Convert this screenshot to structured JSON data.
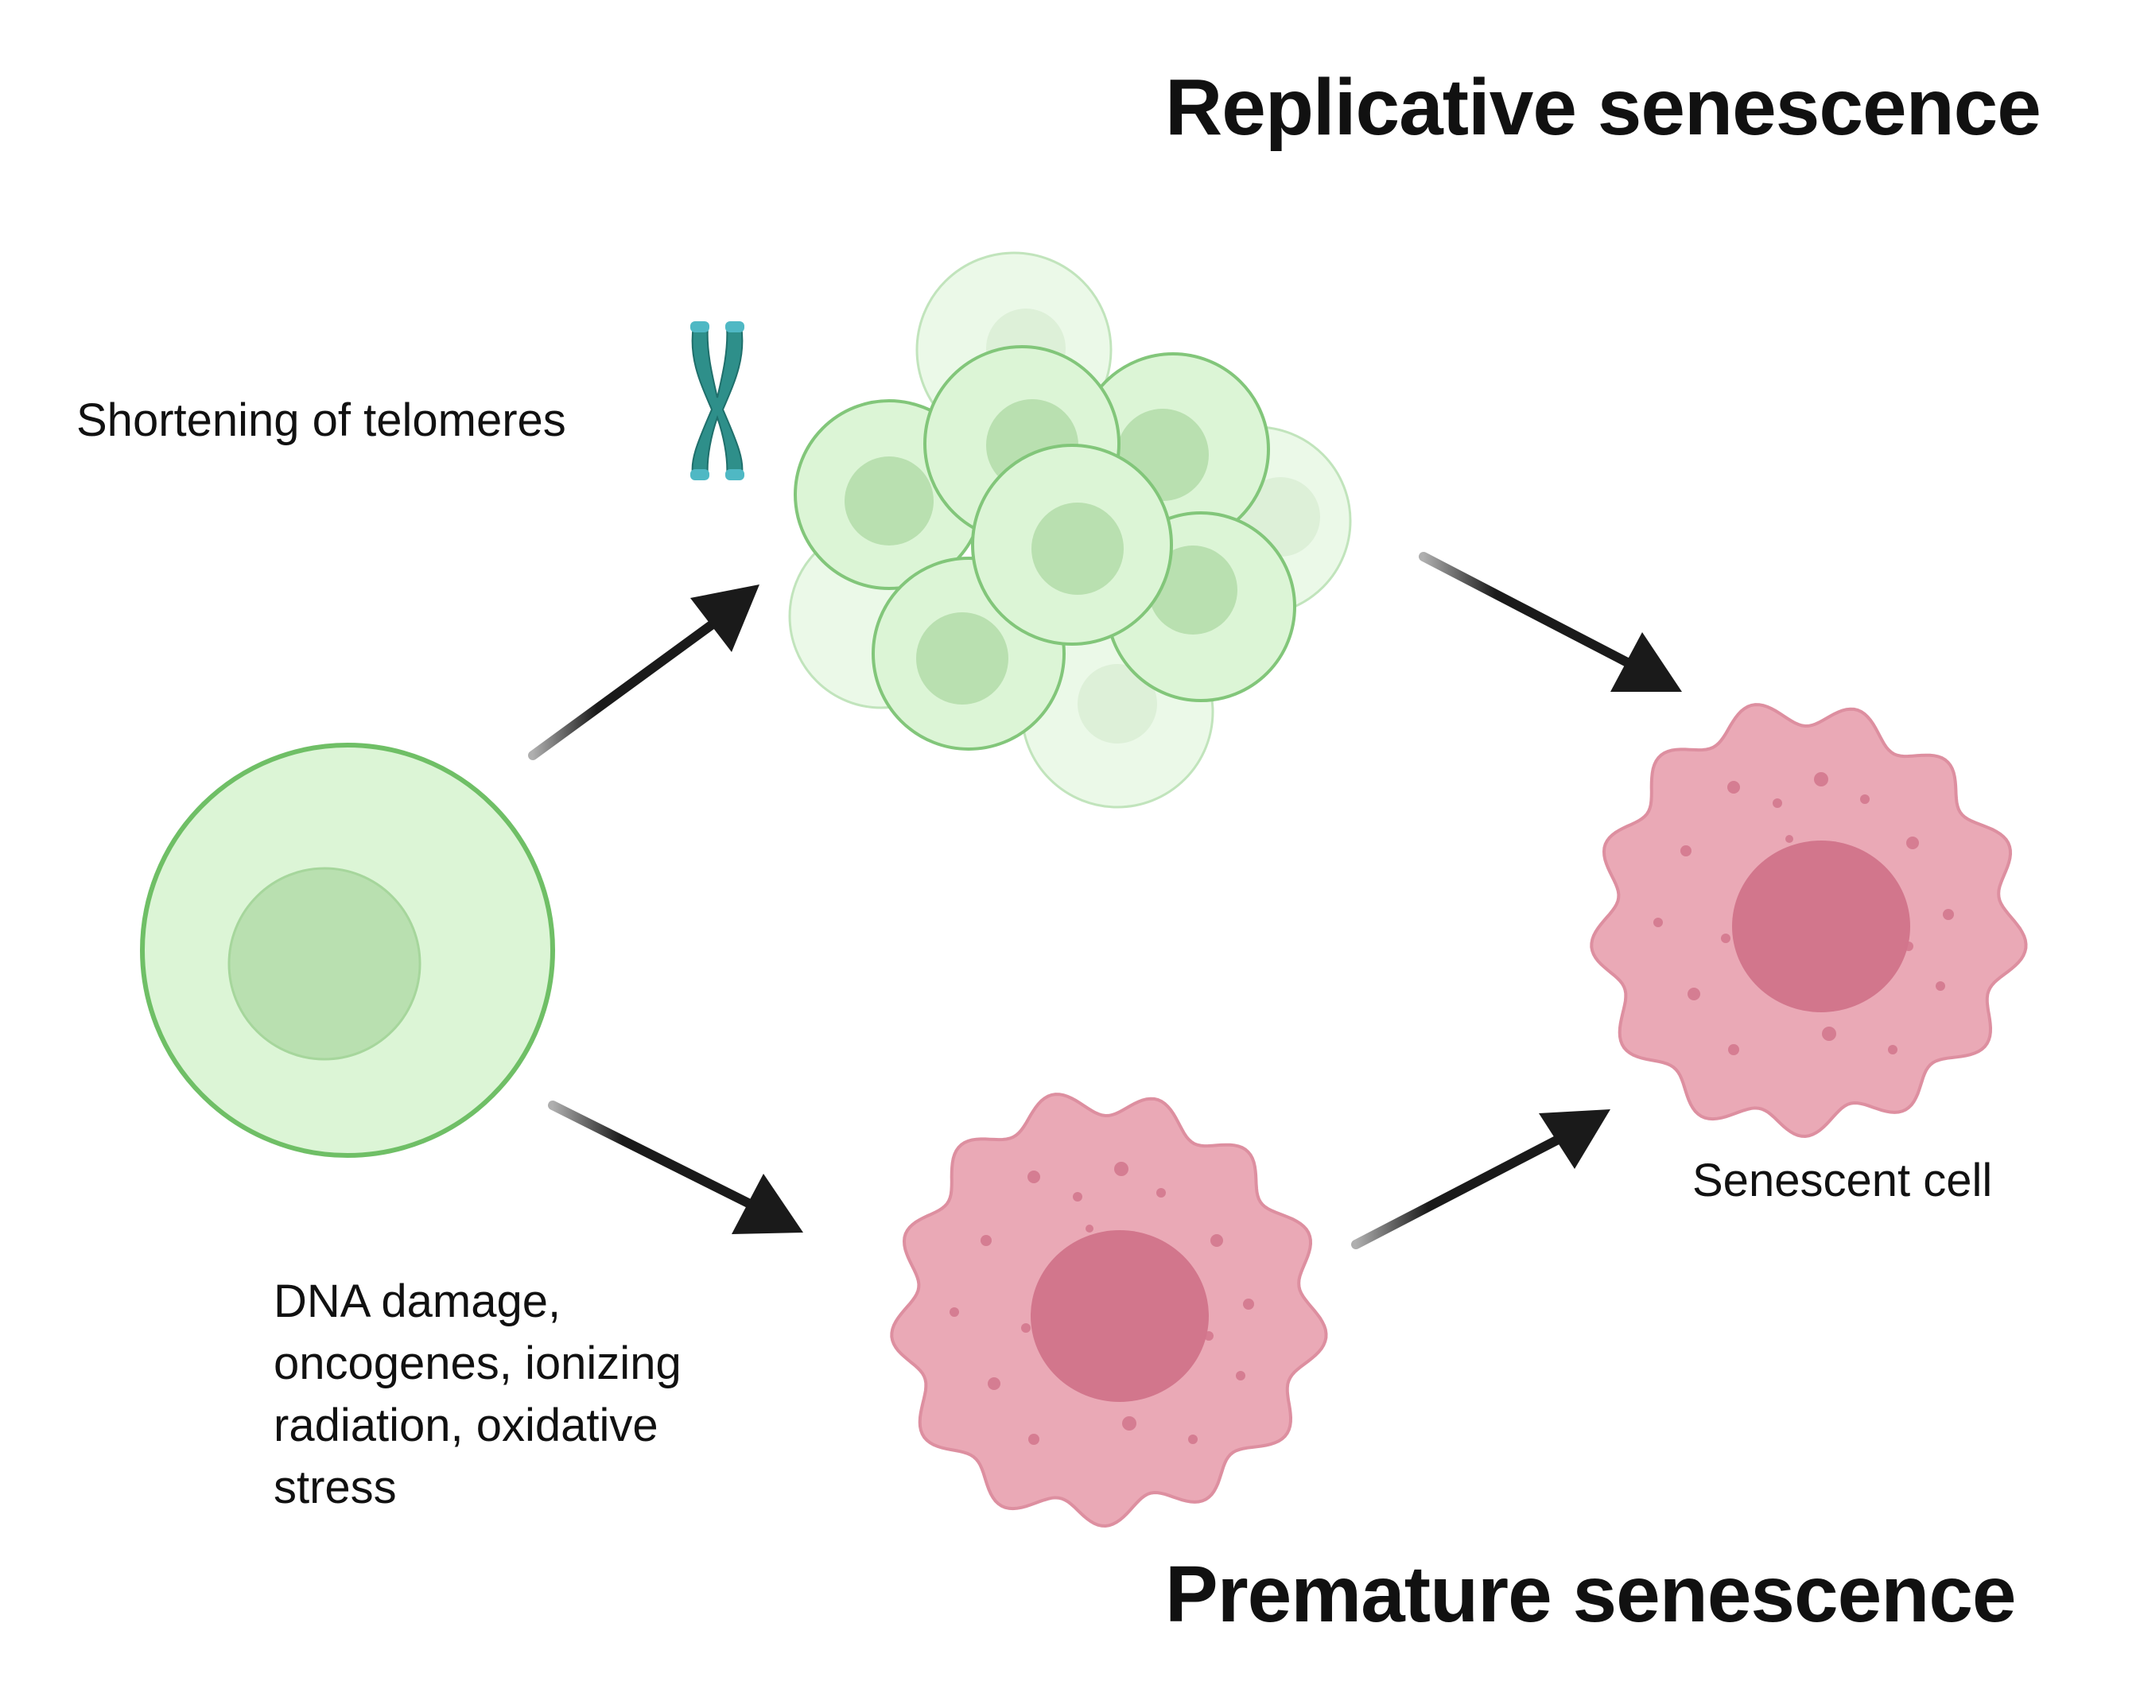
{
  "titles": {
    "replicative": "Replicative senescence",
    "premature": "Premature  senescence"
  },
  "labels": {
    "telomeres": "Shortening of telomeres",
    "senescent_cell": "Senescent cell",
    "stressors": "DNA damage, oncogenes, ionizing radiation, oxidative stress"
  },
  "colors": {
    "healthy_cytoplasm": "#dcf5d6",
    "healthy_nucleus": "#b9e0b0",
    "healthy_outline": "#6fbf66",
    "senescent_cytoplasm": "#eaa9b6",
    "senescent_nucleus": "#d2768c",
    "senescent_outline": "#dd8fa0",
    "chromosome": "#2e8f8a",
    "arrow": "#1a1a1a"
  },
  "icons": {
    "chromosome": "chromosome-icon",
    "arrow": "arrow-icon"
  }
}
